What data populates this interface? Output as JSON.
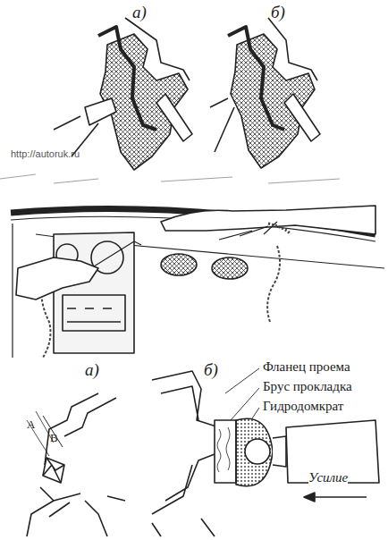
{
  "diagram": {
    "labels": [
      "а)",
      "б)",
      "http://autoruk.ru",
      "а)",
      "А",
      "В",
      "б)",
      "Фланец проема",
      "Брус прокладка",
      "Гидродомкрат",
      "Усилие"
    ]
  }
}
